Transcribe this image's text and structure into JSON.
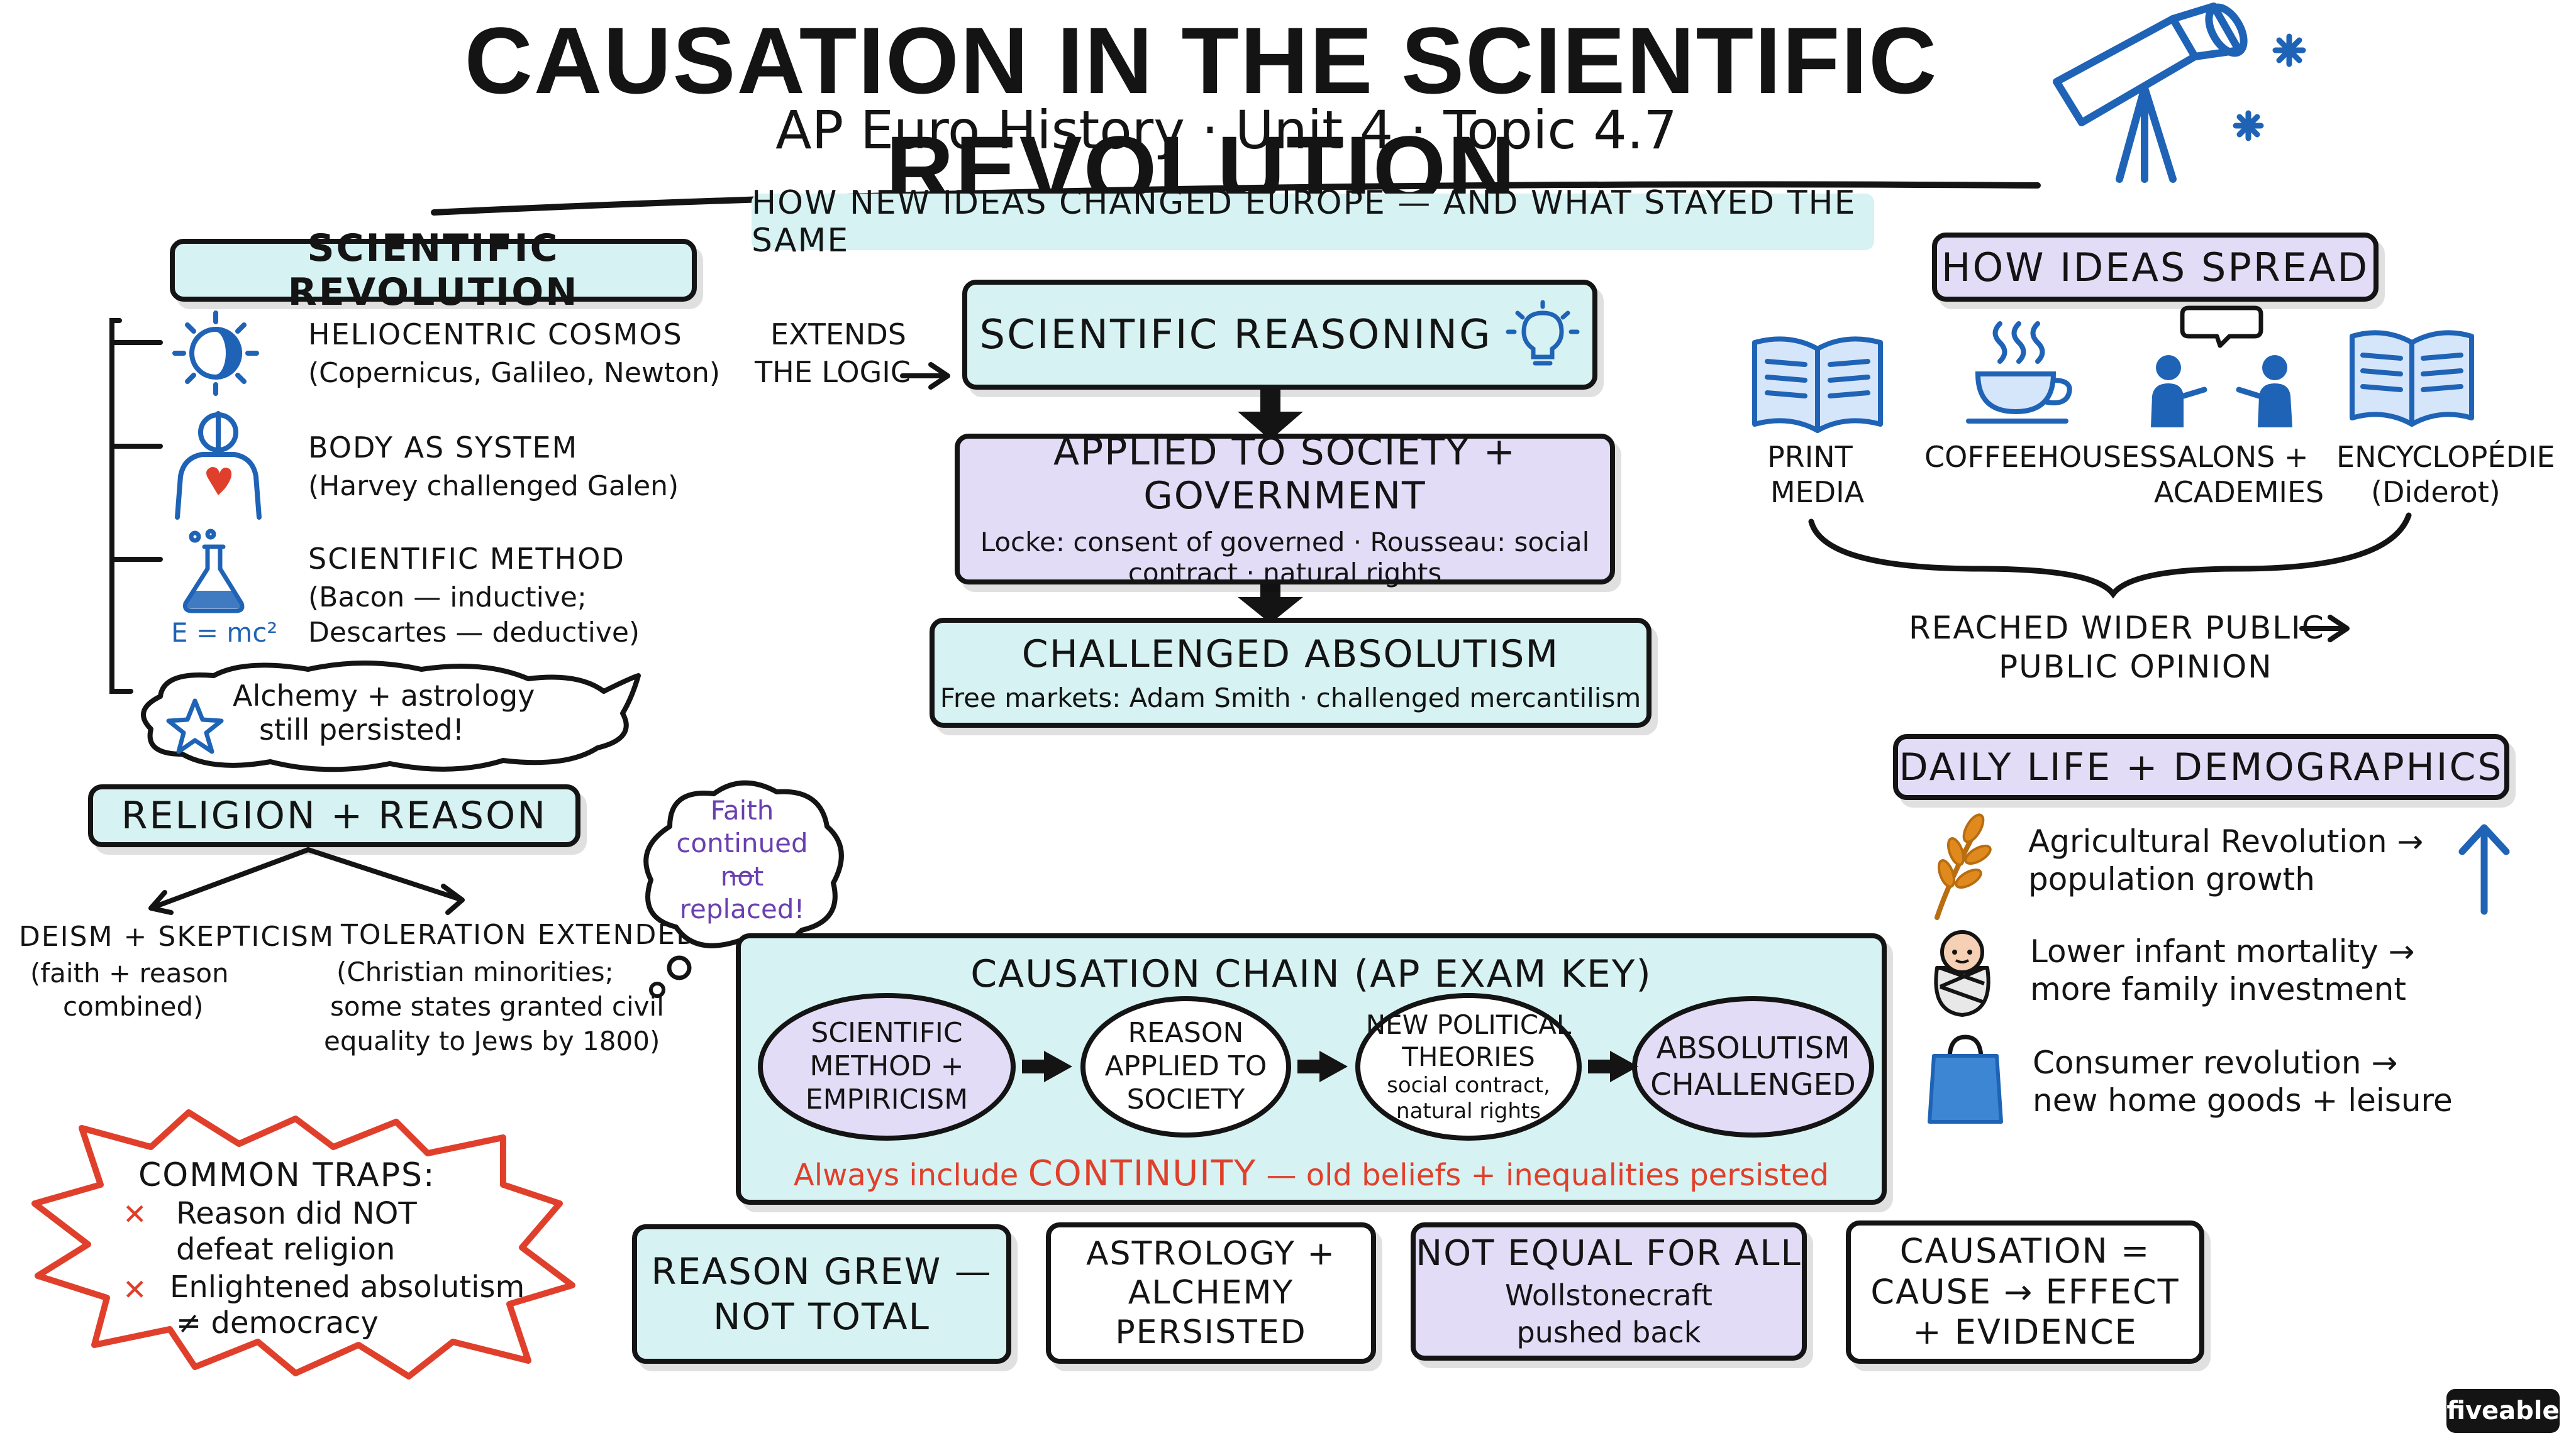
{
  "title": "Causation in the Scientific Revolution",
  "subtitle": "AP Euro History · Unit 4 · Topic 4.7",
  "tagline": "How new ideas changed Europe — and what stayed the same",
  "sci_rev": {
    "header": "Scientific Revolution",
    "items": [
      {
        "title": "Heliocentric cosmos",
        "sub": "(Copernicus, Galileo, Newton)",
        "icon": "sun-moon-icon"
      },
      {
        "title": "Body as system",
        "sub": "(Harvey challenged Galen)",
        "icon": "human-body-icon"
      },
      {
        "title": "Scientific method",
        "sub1": "(Bacon — inductive;",
        "sub2": "Descartes — deductive)",
        "icon": "flask-icon",
        "formula": "E = mc²"
      }
    ],
    "cloud": {
      "line1": "Alchemy + astrology",
      "line2": "still persisted!"
    }
  },
  "extends": {
    "line1": "EXTENDS",
    "line2": "THE LOGIC"
  },
  "center": {
    "reasoning": "Scientific reasoning",
    "applied": {
      "title": "Applied to society + government",
      "line1": "Locke: consent of governed · Rousseau: social",
      "line2": "contract · natural rights"
    },
    "absolutism": {
      "title": "Challenged absolutism",
      "line": "Free markets: Adam Smith · challenged mercantilism"
    }
  },
  "religion": {
    "header": "Religion + Reason",
    "left": {
      "title": "Deism + skepticism",
      "sub1": "(faith + reason",
      "sub2": "combined)"
    },
    "right": {
      "title": "Toleration extended",
      "sub1": "(Christian minorities;",
      "sub2": "some states granted civil",
      "sub3": "equality to Jews by 1800)"
    },
    "thought": {
      "l1": "Faith",
      "l2": "continued —",
      "l3": "not",
      "l4": "replaced!"
    }
  },
  "ideas": {
    "header": "How ideas spread",
    "items": [
      {
        "line1": "PRINT",
        "line2": "MEDIA",
        "icon": "open-book-icon"
      },
      {
        "line1": "COFFEEHOUSES",
        "line2": "",
        "icon": "coffee-cup-icon"
      },
      {
        "line1": "SALONS +",
        "line2": "ACADEMIES",
        "icon": "people-talking-icon"
      },
      {
        "line1": "ENCYCLOPÉDIE",
        "line2": "(Diderot)",
        "icon": "book-icon"
      }
    ],
    "result1": "REACHED WIDER PUBLIC",
    "result2": "PUBLIC OPINION"
  },
  "daily": {
    "header": "Daily life + demographics",
    "items": [
      {
        "line1": "Agricultural Revolution →",
        "line2": "population growth",
        "icon": "wheat-icon"
      },
      {
        "line1": "Lower infant mortality →",
        "line2": "more family investment",
        "icon": "baby-icon"
      },
      {
        "line1": "Consumer revolution →",
        "line2": "new home goods + leisure",
        "icon": "shopping-bag-icon"
      }
    ]
  },
  "chain": {
    "header": "Causation chain (AP exam key)",
    "steps": [
      {
        "l1": "Scientific",
        "l2": "method +",
        "l3": "empiricism"
      },
      {
        "l1": "Reason",
        "l2": "applied to",
        "l3": "society"
      },
      {
        "l1": "New political",
        "l2": "theories",
        "s1": "social contract,",
        "s2": "natural rights"
      },
      {
        "l1": "Absolutism",
        "l2": "challenged"
      }
    ],
    "footer_a": "Always include ",
    "footer_b": "CONTINUITY",
    "footer_c": " — old beliefs + inequalities persisted"
  },
  "traps": {
    "header": "Common traps:",
    "t1a": "Reason did NOT",
    "t1b": "defeat religion",
    "t2a": "Enlightened absolutism",
    "t2b": "≠ democracy",
    "mark": "✕"
  },
  "bottom": [
    {
      "l1": "Reason grew —",
      "l2": "not total"
    },
    {
      "l1": "Astrology +",
      "l2": "alchemy",
      "l3": "persisted"
    },
    {
      "l1": "Not equal for all",
      "l2": "Wollstonecraft",
      "l3": "pushed back"
    },
    {
      "l1": "Causation =",
      "l2": "cause → effect",
      "l3": "+ evidence"
    }
  ],
  "brand": "fiveable",
  "colors": {
    "teal": "#d6f2f2",
    "lavender": "#e3dcf7",
    "red": "#e0402b",
    "blue": "#1f63b6",
    "purple": "#6a3fb0",
    "orange": "#e08a1e"
  }
}
